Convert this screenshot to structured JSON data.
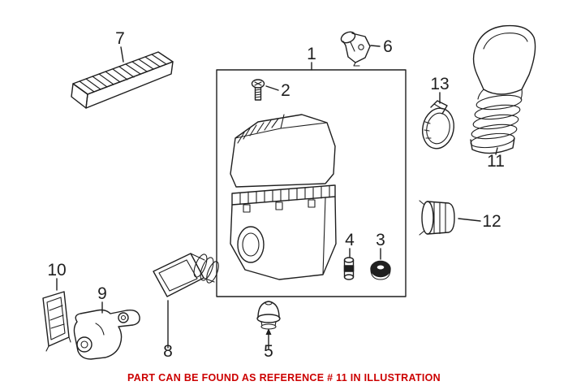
{
  "colors": {
    "bg": "#ffffff",
    "line": "#1f1f1f",
    "note": "#cc0000"
  },
  "note": {
    "text": "PART CAN BE FOUND AS REFERENCE # 11 IN ILLUSTRATION"
  },
  "callouts": {
    "1": "1",
    "2": "2",
    "3": "3",
    "4": "4",
    "5": "5",
    "6": "6",
    "7": "7",
    "8": "8",
    "9": "9",
    "10": "10",
    "11": "11",
    "12": "12",
    "13": "13"
  }
}
